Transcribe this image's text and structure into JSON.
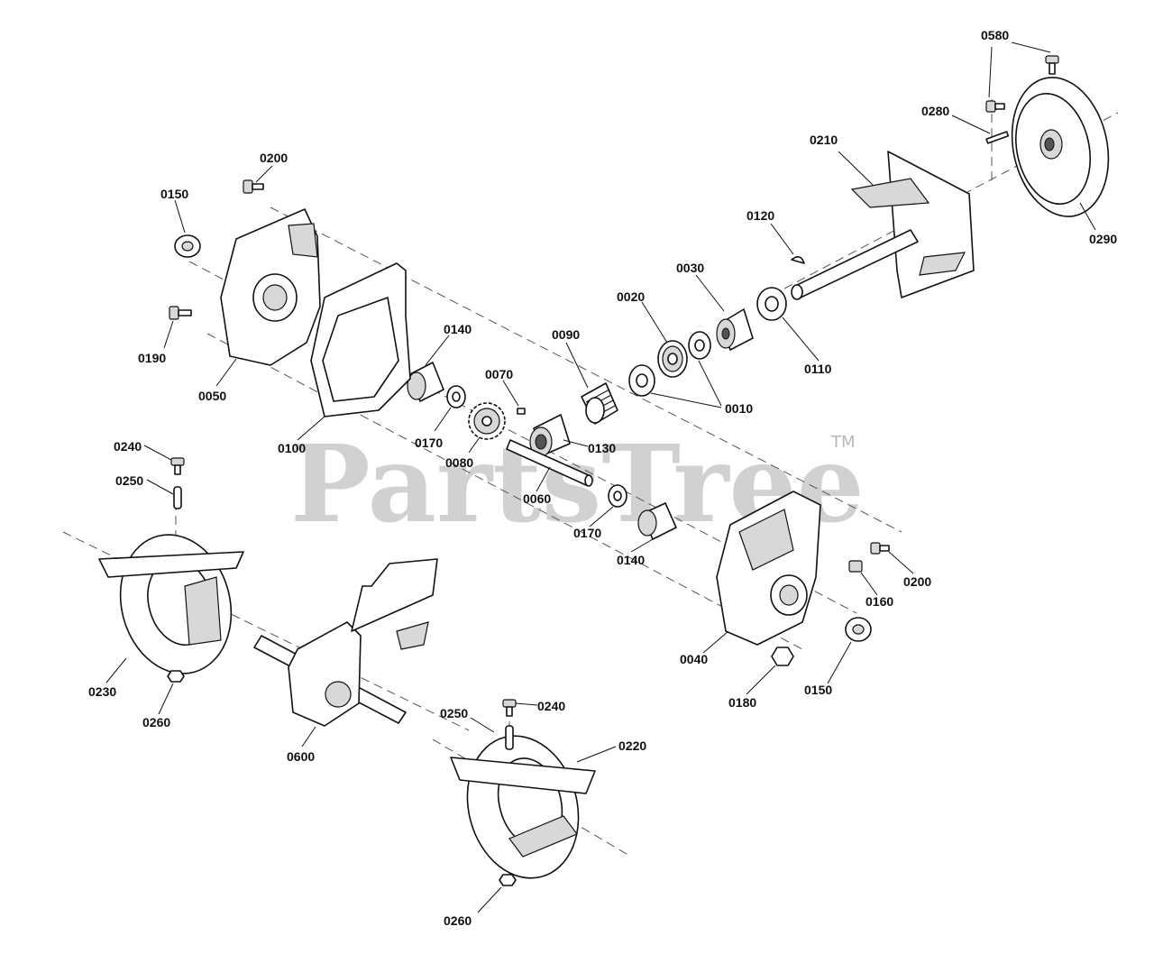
{
  "watermark": {
    "text": "PartsTree",
    "trademark": "TM"
  },
  "callouts": [
    {
      "id": "c-0580a",
      "text": "0580"
    },
    {
      "id": "c-0280",
      "text": "0280"
    },
    {
      "id": "c-0210",
      "text": "0210"
    },
    {
      "id": "c-0290",
      "text": "0290"
    },
    {
      "id": "c-0120",
      "text": "0120"
    },
    {
      "id": "c-0030",
      "text": "0030"
    },
    {
      "id": "c-0110",
      "text": "0110"
    },
    {
      "id": "c-0020",
      "text": "0020"
    },
    {
      "id": "c-0010",
      "text": "0010"
    },
    {
      "id": "c-0090",
      "text": "0090"
    },
    {
      "id": "c-0070",
      "text": "0070"
    },
    {
      "id": "c-0140a",
      "text": "0140"
    },
    {
      "id": "c-0130",
      "text": "0130"
    },
    {
      "id": "c-0170a",
      "text": "0170"
    },
    {
      "id": "c-0080",
      "text": "0080"
    },
    {
      "id": "c-0060",
      "text": "0060"
    },
    {
      "id": "c-0200a",
      "text": "0200"
    },
    {
      "id": "c-0150a",
      "text": "0150"
    },
    {
      "id": "c-0190",
      "text": "0190"
    },
    {
      "id": "c-0050",
      "text": "0050"
    },
    {
      "id": "c-0100",
      "text": "0100"
    },
    {
      "id": "c-0240a",
      "text": "0240"
    },
    {
      "id": "c-0250a",
      "text": "0250"
    },
    {
      "id": "c-0230",
      "text": "0230"
    },
    {
      "id": "c-0260a",
      "text": "0260"
    },
    {
      "id": "c-0600",
      "text": "0600"
    },
    {
      "id": "c-0170b",
      "text": "0170"
    },
    {
      "id": "c-0140b",
      "text": "0140"
    },
    {
      "id": "c-0200b",
      "text": "0200"
    },
    {
      "id": "c-0160",
      "text": "0160"
    },
    {
      "id": "c-0040",
      "text": "0040"
    },
    {
      "id": "c-0180",
      "text": "0180"
    },
    {
      "id": "c-0150b",
      "text": "0150"
    },
    {
      "id": "c-0250b",
      "text": "0250"
    },
    {
      "id": "c-0240b",
      "text": "0240"
    },
    {
      "id": "c-0220",
      "text": "0220"
    },
    {
      "id": "c-0260b",
      "text": "0260"
    }
  ]
}
